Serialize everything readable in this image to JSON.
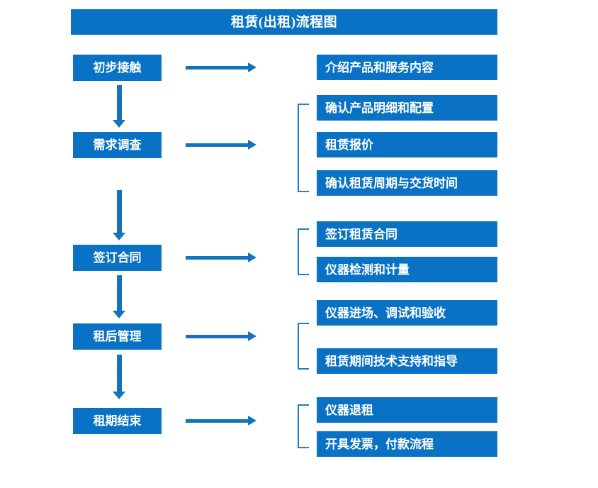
{
  "diagram": {
    "title": "租赁(出租)流程图",
    "colors": {
      "box_fill": "#0a72c4",
      "box_text": "#ffffff",
      "arrow": "#1573bd",
      "bracket": "#1f7ec4",
      "background": "#ffffff"
    },
    "stages": [
      {
        "label": "初步接触",
        "details": [
          "介绍产品和服务内容"
        ]
      },
      {
        "label": "需求调查",
        "details": [
          "确认产品明细和配置",
          "租赁报价",
          "确认租赁周期与交货时间"
        ]
      },
      {
        "label": "签订合同",
        "details": [
          "签订租赁合同",
          "仪器检测和计量"
        ]
      },
      {
        "label": "租后管理",
        "details": [
          "仪器进场、调试和验收",
          "租赁期间技术支持和指导"
        ]
      },
      {
        "label": "租期结束",
        "details": [
          "仪器退租",
          "开具发票，付款流程"
        ]
      }
    ]
  }
}
